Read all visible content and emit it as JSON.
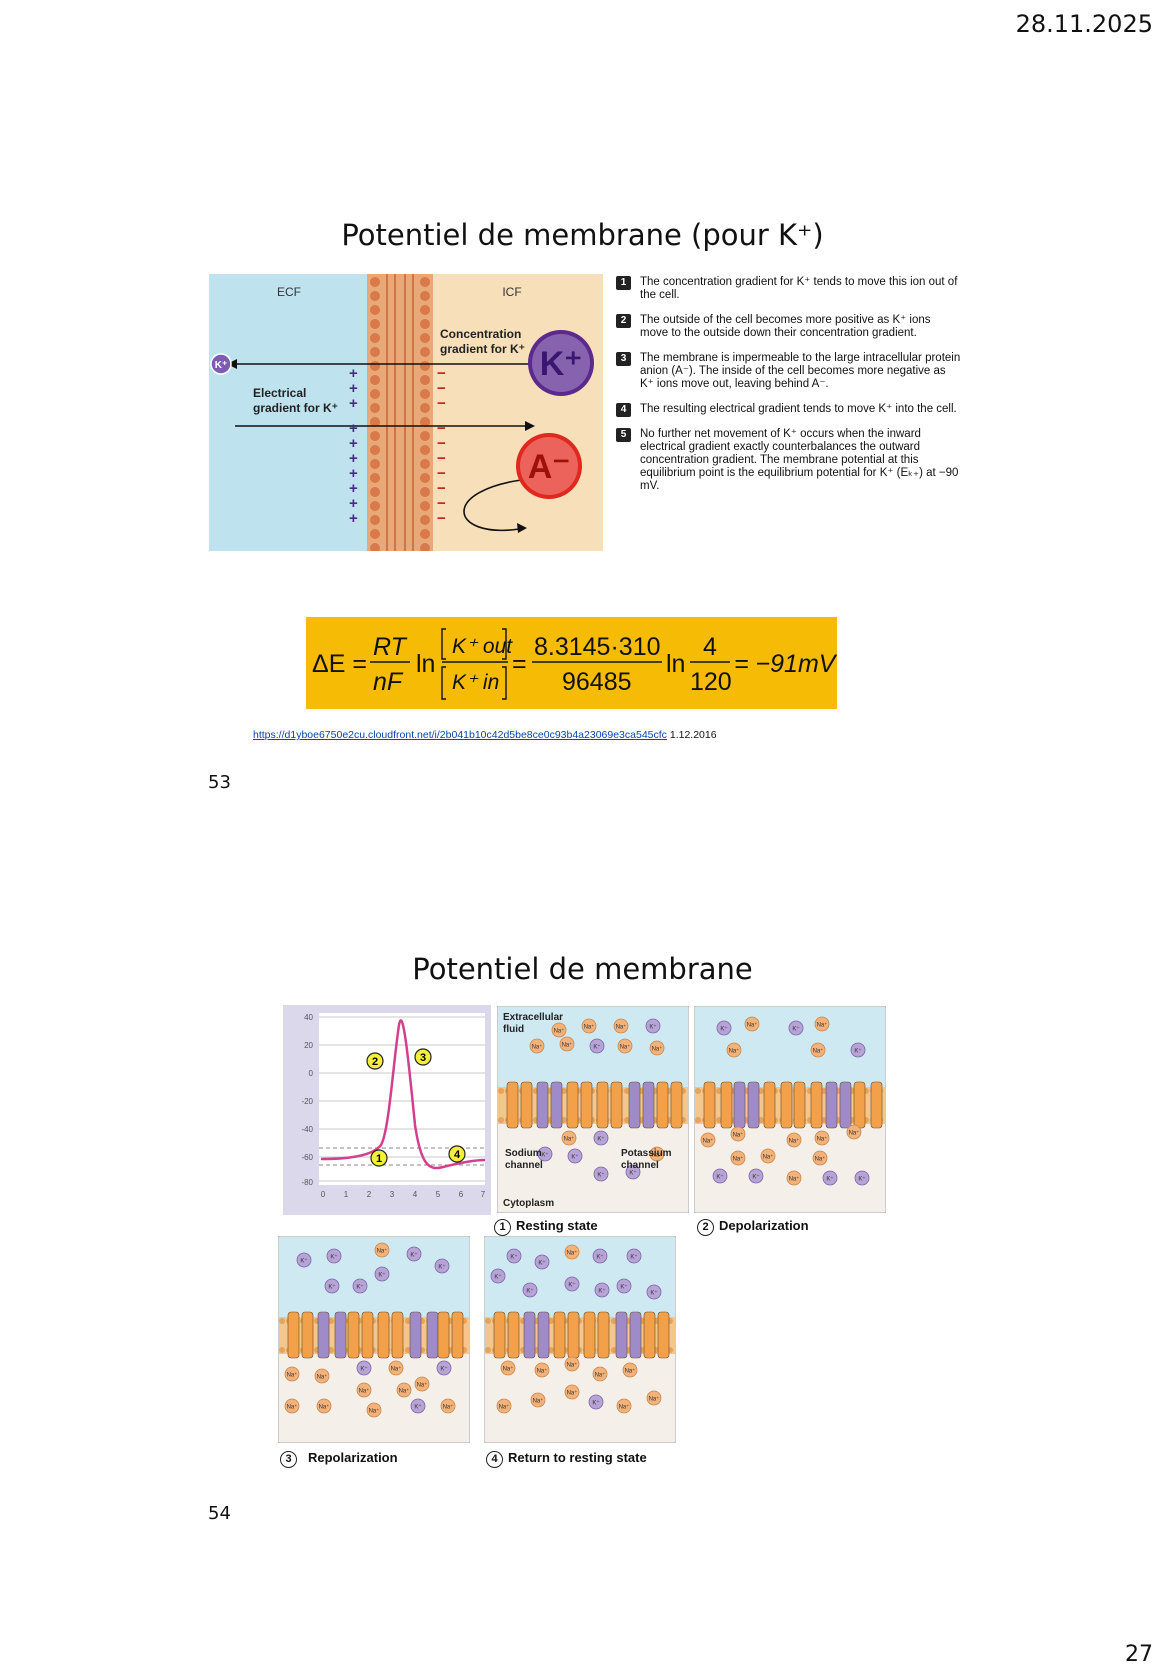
{
  "header": {
    "date": "28.11.2025"
  },
  "footer": {
    "page_number": "27"
  },
  "slide53": {
    "title": "Potentiel de membrane (pour K⁺)",
    "slide_number": "53",
    "figure": {
      "ecf_label": "ECF",
      "icf_label": "ICF",
      "conc_gradient": [
        "Concentration",
        "gradient for K⁺"
      ],
      "elec_gradient": [
        "Electrical",
        "gradient for K⁺"
      ],
      "k_ion": "K⁺",
      "anion": "A⁻",
      "small_k": "K⁺"
    },
    "steps": [
      {
        "num": "1",
        "text": "The concentration gradient for K⁺ tends to move this ion out of the cell."
      },
      {
        "num": "2",
        "text": "The outside of the cell becomes more positive as K⁺ ions move to the outside down their concentration gradient."
      },
      {
        "num": "3",
        "text": "The membrane is impermeable to the large intracellular protein anion (A⁻). The inside of the cell becomes more negative as K⁺ ions move out, leaving behind A⁻."
      },
      {
        "num": "4",
        "text": "The resulting electrical gradient tends to move K⁺ into the cell."
      },
      {
        "num": "5",
        "text": "No further net movement of K⁺ occurs when the inward electrical gradient exactly counterbalances the outward concentration gradient. The membrane potential at this equilibrium point is the equilibrium potential for K⁺ (Eₖ₊) at −90 mV."
      }
    ],
    "formula": {
      "lhs": "ΔE =",
      "rt": "RT",
      "nf": "nF",
      "ln": "ln",
      "k_out": "K⁺ out",
      "k_in": "K⁺ in",
      "num_value": "8.3145·310",
      "den_value": "96485",
      "ratio_num": "4",
      "ratio_den": "120",
      "result": "= −91mV"
    },
    "source_url": "https://d1yboe6750e2cu.cloudfront.net/i/2b041b10c42d5be8ce0c93b4a23069e3ca545cfc",
    "source_date": "1.12.2016"
  },
  "slide54": {
    "title": "Potentiel de membrane",
    "slide_number": "54",
    "graph": {
      "y_ticks": [
        "40",
        "20",
        "0",
        "-20",
        "-40",
        "-60",
        "-80"
      ],
      "x_ticks": [
        "0",
        "1",
        "2",
        "3",
        "4",
        "5",
        "6",
        "7"
      ],
      "markers": [
        "1",
        "2",
        "3",
        "4"
      ]
    },
    "panels": {
      "resting": {
        "caption": "Resting state",
        "num": "1",
        "ecf": [
          "Extracellular",
          "fluid"
        ],
        "cyto": "Cytoplasm",
        "sodium": [
          "Sodium",
          "channel"
        ],
        "potassium": [
          "Potassium",
          "channel"
        ]
      },
      "depol": {
        "caption": "Depolarization",
        "num": "2"
      },
      "repol": {
        "caption": "Repolarization",
        "num": "3"
      },
      "return": {
        "caption": "Return to resting state",
        "num": "4"
      }
    },
    "ions": {
      "na": "Na⁺",
      "k": "K⁺"
    }
  },
  "colors": {
    "ecf": "#bfe3ee",
    "icf": "#f7dfb9",
    "formula_bg": "#f6bb05",
    "k_ion": "#5b2a8c",
    "anion": "#e0281e",
    "na_ion": "#f2b27a",
    "k_ion_small": "#b7a3d6"
  }
}
